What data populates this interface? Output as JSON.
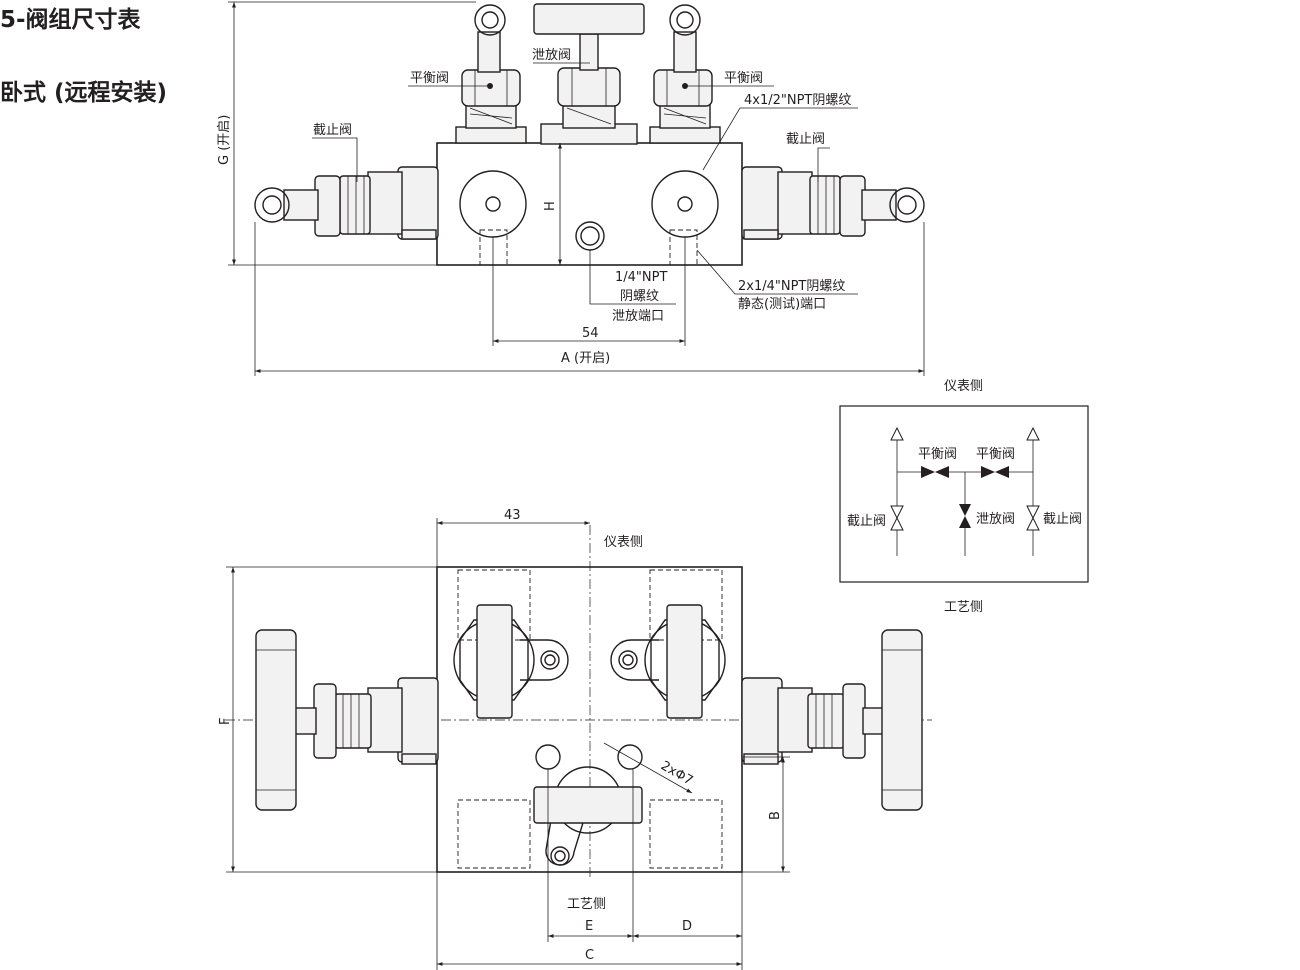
{
  "titles": {
    "main": "5-阀组尺寸表",
    "sub": "卧式 (远程安装)"
  },
  "front_view": {
    "balance_valve_left": "平衡阀",
    "balance_valve_right": "平衡阀",
    "vent_valve": "泄放阀",
    "block_valve_left": "截止阀",
    "block_valve_right": "截止阀",
    "npt_top": "4x1/2\"NPT阴螺纹",
    "vent_port_line1": "1/4\"NPT",
    "vent_port_line2": "阴螺纹",
    "vent_port_line3": "泄放端口",
    "static_port_line1": "2x1/4\"NPT阴螺纹",
    "static_port_line2": "静态(测试)端口",
    "dim_G": "G (开启)",
    "dim_H": "H",
    "dim_54": "54",
    "dim_A": "A (开启)"
  },
  "top_view": {
    "dim_43": "43",
    "instrument_side": "仪表侧",
    "process_side": "工艺侧",
    "dim_F": "F",
    "dim_B": "B",
    "dim_E": "E",
    "dim_D": "D",
    "dim_C": "C",
    "holes": "2xΦ7"
  },
  "schematic": {
    "instrument_side": "仪表侧",
    "process_side": "工艺侧",
    "balance_left": "平衡阀",
    "balance_right": "平衡阀",
    "block_left": "截止阀",
    "block_right": "截止阀",
    "vent": "泄放阀"
  }
}
